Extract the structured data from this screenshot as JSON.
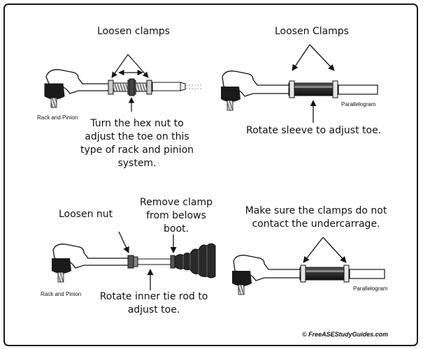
{
  "panels": {
    "top_left": {
      "callout": "Loosen clamps",
      "part_label": "Rack and Pinion",
      "instruction_lines": [
        "Turn the hex nut to",
        "adjust the toe on this",
        "type of rack and pinion",
        "system."
      ]
    },
    "top_right": {
      "callout": "Loosen Clamps",
      "part_label": "Parallelogram",
      "instruction": "Rotate sleeve to adjust toe."
    },
    "bottom_left": {
      "callout_nut": "Loosen nut",
      "callout_clamp_lines": [
        "Remove clamp",
        "from belows",
        "boot."
      ],
      "part_label": "Rack and Pinion",
      "instruction_lines": [
        "Rotate inner tie rod to",
        "adjust toe."
      ]
    },
    "bottom_right": {
      "callout_lines": [
        "Make sure the clamps do not",
        "contact the undercarrage."
      ],
      "part_label": "Parallelogram"
    }
  },
  "copyright": "© FreeASEStudyGuides.com"
}
